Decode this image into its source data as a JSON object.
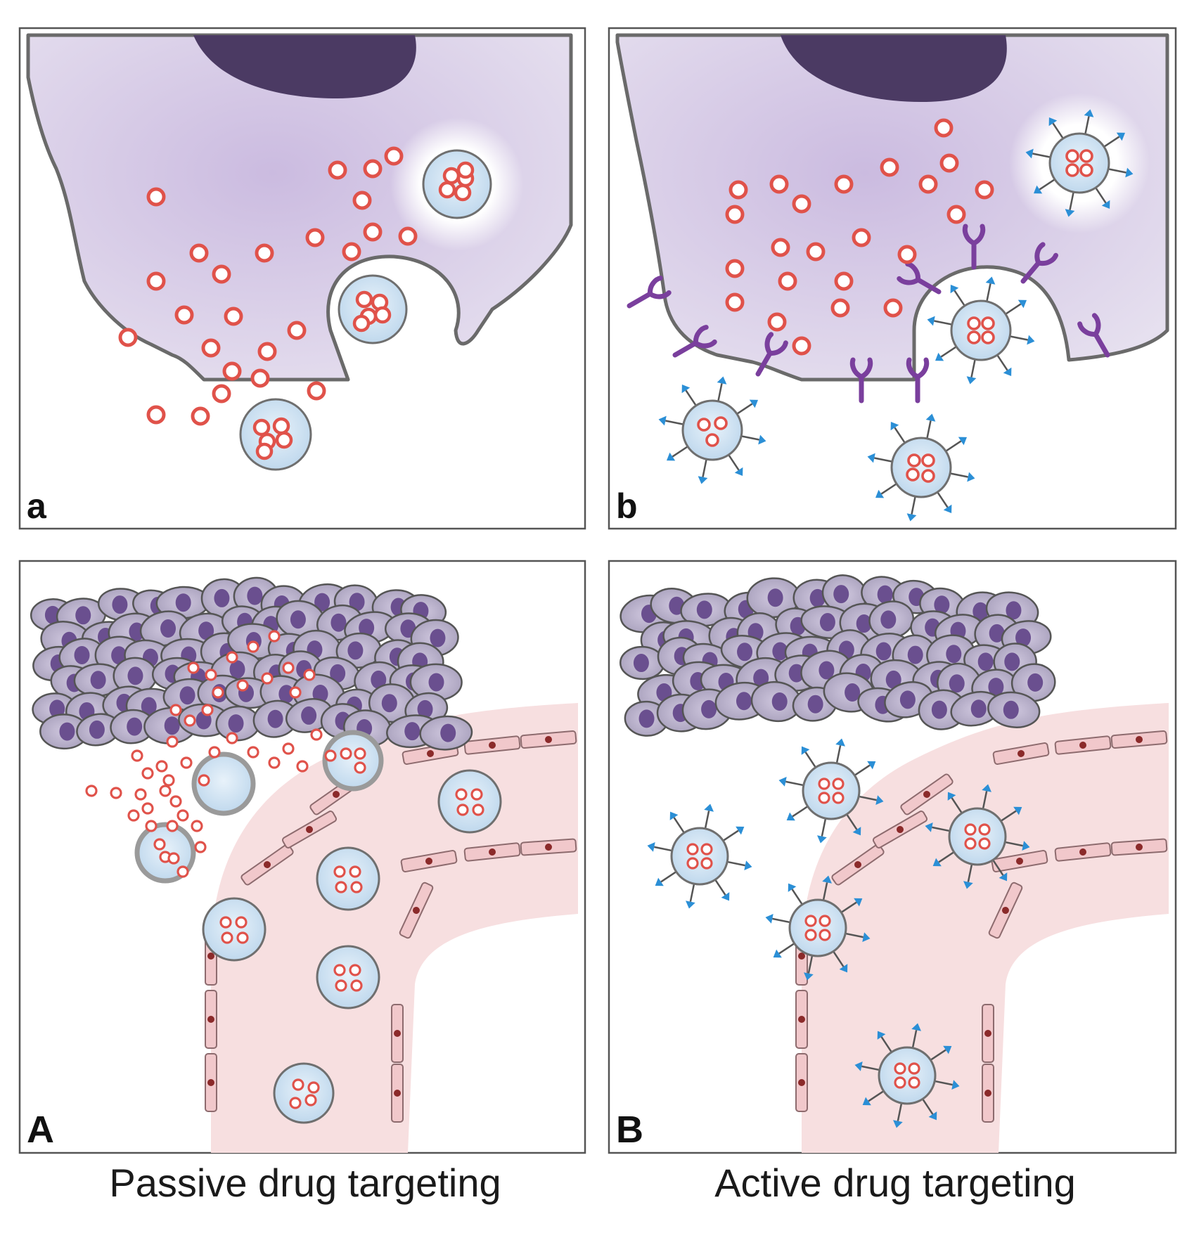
{
  "panels": {
    "a": {
      "label": "a"
    },
    "b": {
      "label": "b"
    },
    "A": {
      "label": "A"
    },
    "B": {
      "label": "B"
    }
  },
  "captions": {
    "passive": "Passive drug targeting",
    "active": "Active drug targeting"
  },
  "colors": {
    "cytoplasm": "#d9d0e6",
    "nucleus": "#4b3a63",
    "drug": "#e0524a",
    "carrier_fill": "#cfe3f3",
    "ligand": "#2b8fd6",
    "receptor": "#7a3f9d",
    "vessel": "#f7dfe0",
    "endothelial": "#f1c8cb",
    "tumor_cell": "#b9b2c8",
    "panel_border": "#555555"
  }
}
